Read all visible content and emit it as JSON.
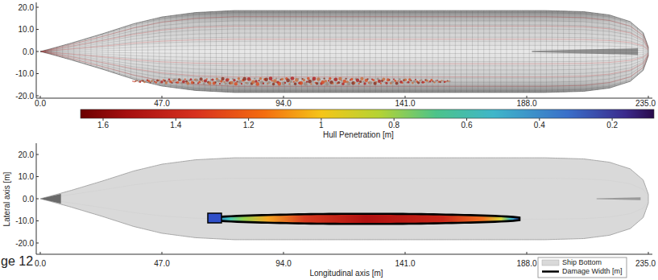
{
  "diagram": {
    "labels": [
      "20.0",
      "10.0",
      "0.0",
      "-10.0",
      "-20.0",
      "0.0",
      "47.0",
      "94.0",
      "141.0",
      "188.0",
      "235.0",
      "1.6",
      "1.4",
      "1.2",
      "1",
      "0.8",
      "0.6",
      "0.4",
      "0.2",
      "Hull Penetration [m]",
      "20.0",
      "10.0",
      "0.0",
      "-10.0",
      "-20.0",
      "Lateral axis [m]",
      "0.0",
      "47.0",
      "94.0",
      "141.0",
      "188.0",
      "235.0",
      "Longitudinal axis [m]",
      "ge 12"
    ],
    "legend": [
      {
        "text": "Ship Bottom",
        "color": "#d9d9d9"
      },
      {
        "text": "Damage Width [m]"
      }
    ]
  }
}
